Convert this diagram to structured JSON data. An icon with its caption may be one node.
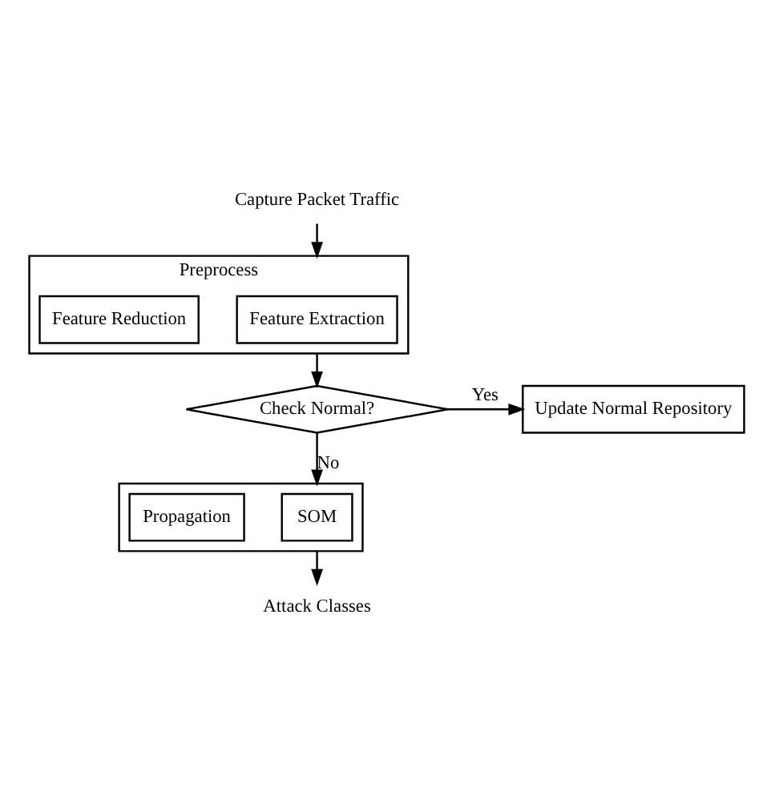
{
  "diagram": {
    "nodes": [
      {
        "text": [
          "Capture Packet Traffic"
        ]
      },
      {
        "text": [
          "Preprocess"
        ]
      },
      {
        "text": [
          "Feature Extraction"
        ],
        "in": 1
      },
      {
        "text": [
          "Feature Reduction"
        ],
        "in": 1
      },
      {
        "text": [
          "Check Normal?"
        ]
      },
      {
        "text": [
          "Update Normal Repository"
        ]
      },
      {
        "text": [],
        "shape": "box"
      },
      {
        "text": [
          "SOM"
        ],
        "in": 6
      },
      {
        "text": [
          "Propagation"
        ],
        "in": 6
      },
      {
        "text": [
          "Attack Classes"
        ]
      }
    ],
    "edges": [
      {
        "from": 0,
        "to": 1,
        "arrow": "to"
      },
      {
        "from": 1,
        "to": 4,
        "arrow": "to"
      },
      {
        "from": 4,
        "to": 5,
        "arrow": "to",
        "label": "Yes"
      },
      {
        "from": 4,
        "to": 6,
        "arrow": "to",
        "label": "No"
      },
      {
        "from": 6,
        "to": 9,
        "arrow": "to"
      }
    ]
  }
}
